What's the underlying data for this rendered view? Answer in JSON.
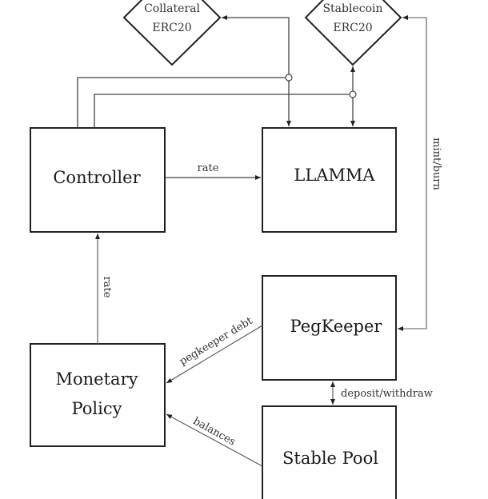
{
  "diagram": {
    "nodes": {
      "collateral": {
        "line1": "Collateral",
        "line2": "ERC20"
      },
      "stablecoin": {
        "line1": "Stablecoin",
        "line2": "ERC20"
      },
      "controller": {
        "label": "Controller"
      },
      "llamma": {
        "label": "LLAMMA"
      },
      "pegkeeper": {
        "label": "PegKeeper"
      },
      "monetary_policy": {
        "line1": "Monetary",
        "line2": "Policy"
      },
      "stable_pool": {
        "label": "Stable Pool"
      }
    },
    "edges": {
      "controller_to_llamma": "rate",
      "monetary_to_controller": "rate",
      "stablecoin_to_pegkeeper": "mint/burn",
      "pegkeeper_to_monetary": "pegkeeper debt",
      "pool_to_monetary": "balances",
      "pegkeeper_pool": "deposit/withdraw"
    },
    "colors": {
      "stroke": "#222222",
      "edge": "#444444",
      "text": "#1a1a1a"
    }
  }
}
